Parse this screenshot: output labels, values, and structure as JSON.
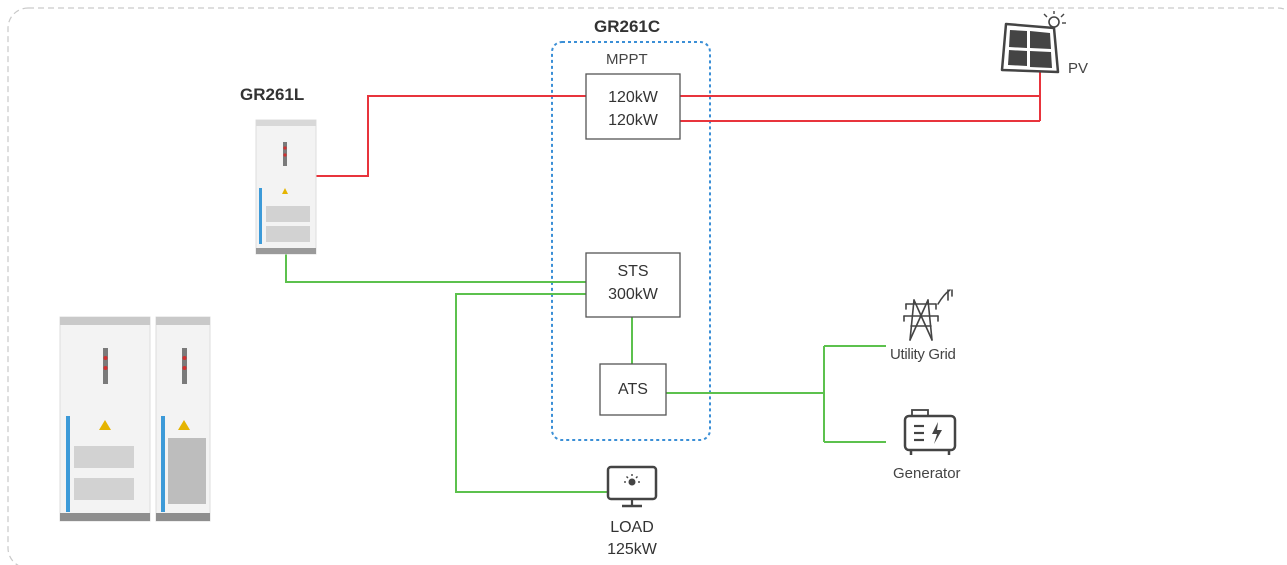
{
  "diagram": {
    "gr261c_title": "GR261C",
    "gr261l_title": "GR261L",
    "mppt": {
      "heading": "MPPT",
      "line1": "120kW",
      "line2": "120kW"
    },
    "sts": {
      "line1": "STS",
      "line2": "300kW"
    },
    "ats": {
      "label": "ATS"
    },
    "pv": {
      "label": "PV"
    },
    "utility_grid": {
      "label": "Utility Grid"
    },
    "generator": {
      "label": "Generator"
    },
    "load": {
      "line1": "LOAD",
      "line2": "125kW"
    }
  },
  "colors": {
    "pv_line": "#e8343c",
    "ac_line": "#5cc14d",
    "border_dashed": "#c9c9c9",
    "group_dotted": "#3b8fd6",
    "box_stroke": "#555555",
    "icon_dark": "#444444",
    "cabinet_blue": "#3c9ad8"
  },
  "icons": {
    "pv": "solar-panel-icon",
    "grid": "transmission-tower-icon",
    "generator": "generator-icon",
    "load": "monitor-icon"
  }
}
